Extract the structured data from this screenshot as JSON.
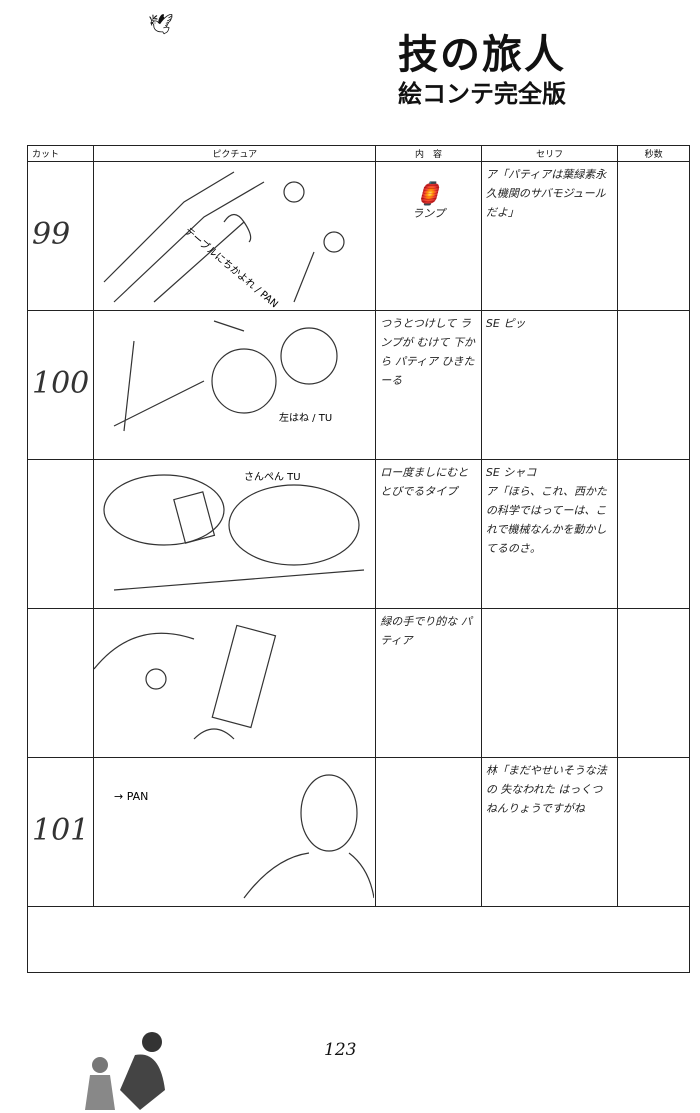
{
  "header": {
    "title": "技の旅人",
    "subtitle": "絵コンテ完全版"
  },
  "columns": [
    "カット",
    "ピクチュア",
    "内　容",
    "セリフ",
    "秒数"
  ],
  "rows": [
    {
      "cut": "99",
      "content": "ランプ",
      "dialogue": "ア「パティアは葉緑素永久機関のサバモジュールだよ」",
      "picture_note": "テーブルにちかよれ / PAN"
    },
    {
      "cut": "100",
      "content": "つうとつけして ランプが むけて 下から パティア ひきたーる",
      "dialogue": "SE ピッ",
      "picture_note": "左はね / TU"
    },
    {
      "cut": "",
      "content": "ロー度ましにむと とびでるタイプ",
      "dialogue": "SE シャコ\nア「ほら、これ、西かたの科学ではってーは、これで機械なんかを動かしてるのさ。",
      "picture_note": "さんぺん TU"
    },
    {
      "cut": "",
      "content": "緑の手でり的な パティア",
      "dialogue": "",
      "picture_note": ""
    },
    {
      "cut": "101",
      "content": "",
      "dialogue": "林「まだやせいそうな法の 失なわれた はっくつ ねんりょうですがね",
      "picture_note": "→ PAN"
    }
  ],
  "page_number": "123"
}
